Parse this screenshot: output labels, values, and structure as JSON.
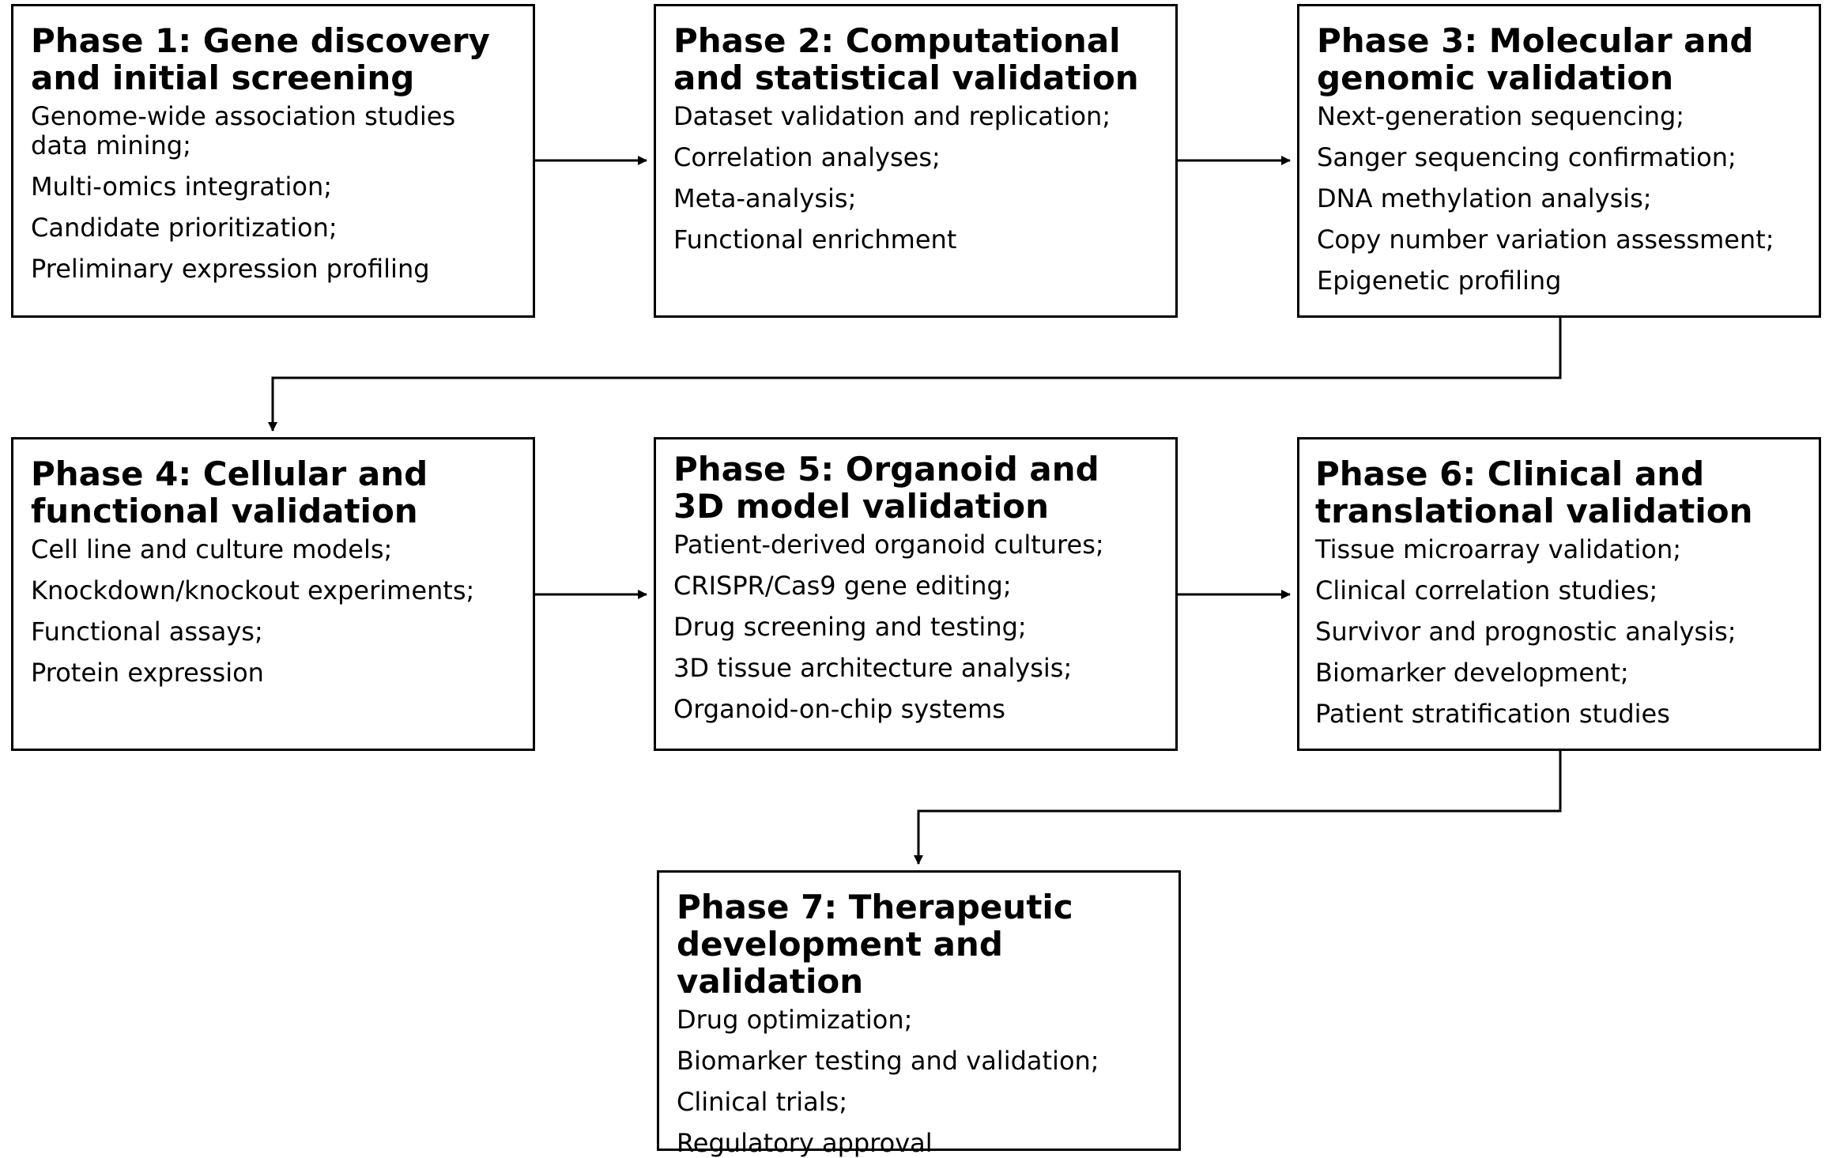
{
  "phases": [
    {
      "title": "Phase 1: Gene discovery and initial screening",
      "items": [
        "Genome-wide association studies data mining;",
        "Multi-omics integration;",
        "Candidate prioritization;",
        "Preliminary expression profiling"
      ]
    },
    {
      "title": "Phase 2: Computational and statistical validation",
      "items": [
        "Dataset validation and replication;",
        "Correlation analyses;",
        "Meta-analysis;",
        "Functional enrichment"
      ]
    },
    {
      "title": "Phase 3: Molecular and genomic validation",
      "items": [
        "Next-generation sequencing;",
        "Sanger sequencing confirmation;",
        "DNA methylation analysis;",
        "Copy number variation assessment;",
        "Epigenetic profiling"
      ]
    },
    {
      "title": "Phase 4: Cellular and functional validation",
      "items": [
        "Cell line and culture models;",
        "Knockdown/knockout experiments;",
        "Functional assays;",
        "Protein expression"
      ]
    },
    {
      "title": "Phase 5: Organoid and 3D model validation",
      "items": [
        "Patient-derived organoid cultures;",
        "CRISPR/Cas9 gene editing;",
        "Drug screening and testing;",
        "3D tissue architecture analysis;",
        "Organoid-on-chip systems"
      ]
    },
    {
      "title": "Phase 6: Clinical and translational validation",
      "items": [
        "Tissue microarray validation;",
        "Clinical correlation studies;",
        "Survivor and prognostic analysis;",
        "Biomarker development;",
        "Patient stratification studies"
      ]
    },
    {
      "title": "Phase 7: Therapeutic development and validation",
      "items": [
        "Drug optimization;",
        "Biomarker testing and validation;",
        "Clinical trials;",
        "Regulatory approval"
      ]
    }
  ],
  "colors": {
    "stroke": "#000000",
    "background": "#ffffff"
  }
}
